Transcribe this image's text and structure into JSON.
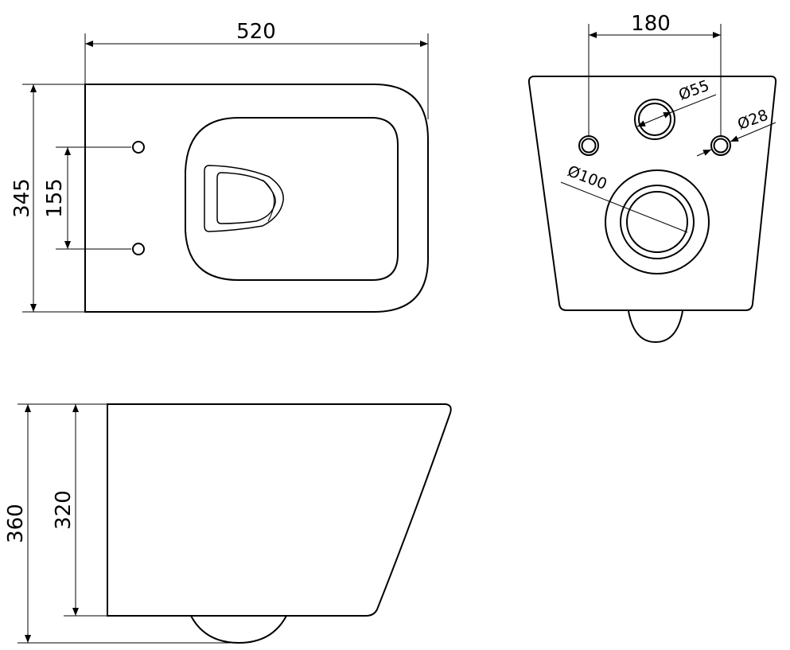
{
  "top_view": {
    "width_label": "520",
    "depth_label": "345",
    "hole_spacing_label": "155"
  },
  "rear_view": {
    "hole_spacing_label": "180",
    "flush_pipe_label": "Ø55",
    "bolt_hole_label": "Ø28",
    "outlet_label": "Ø100"
  },
  "side_view": {
    "total_height_label": "360",
    "body_height_label": "320"
  }
}
